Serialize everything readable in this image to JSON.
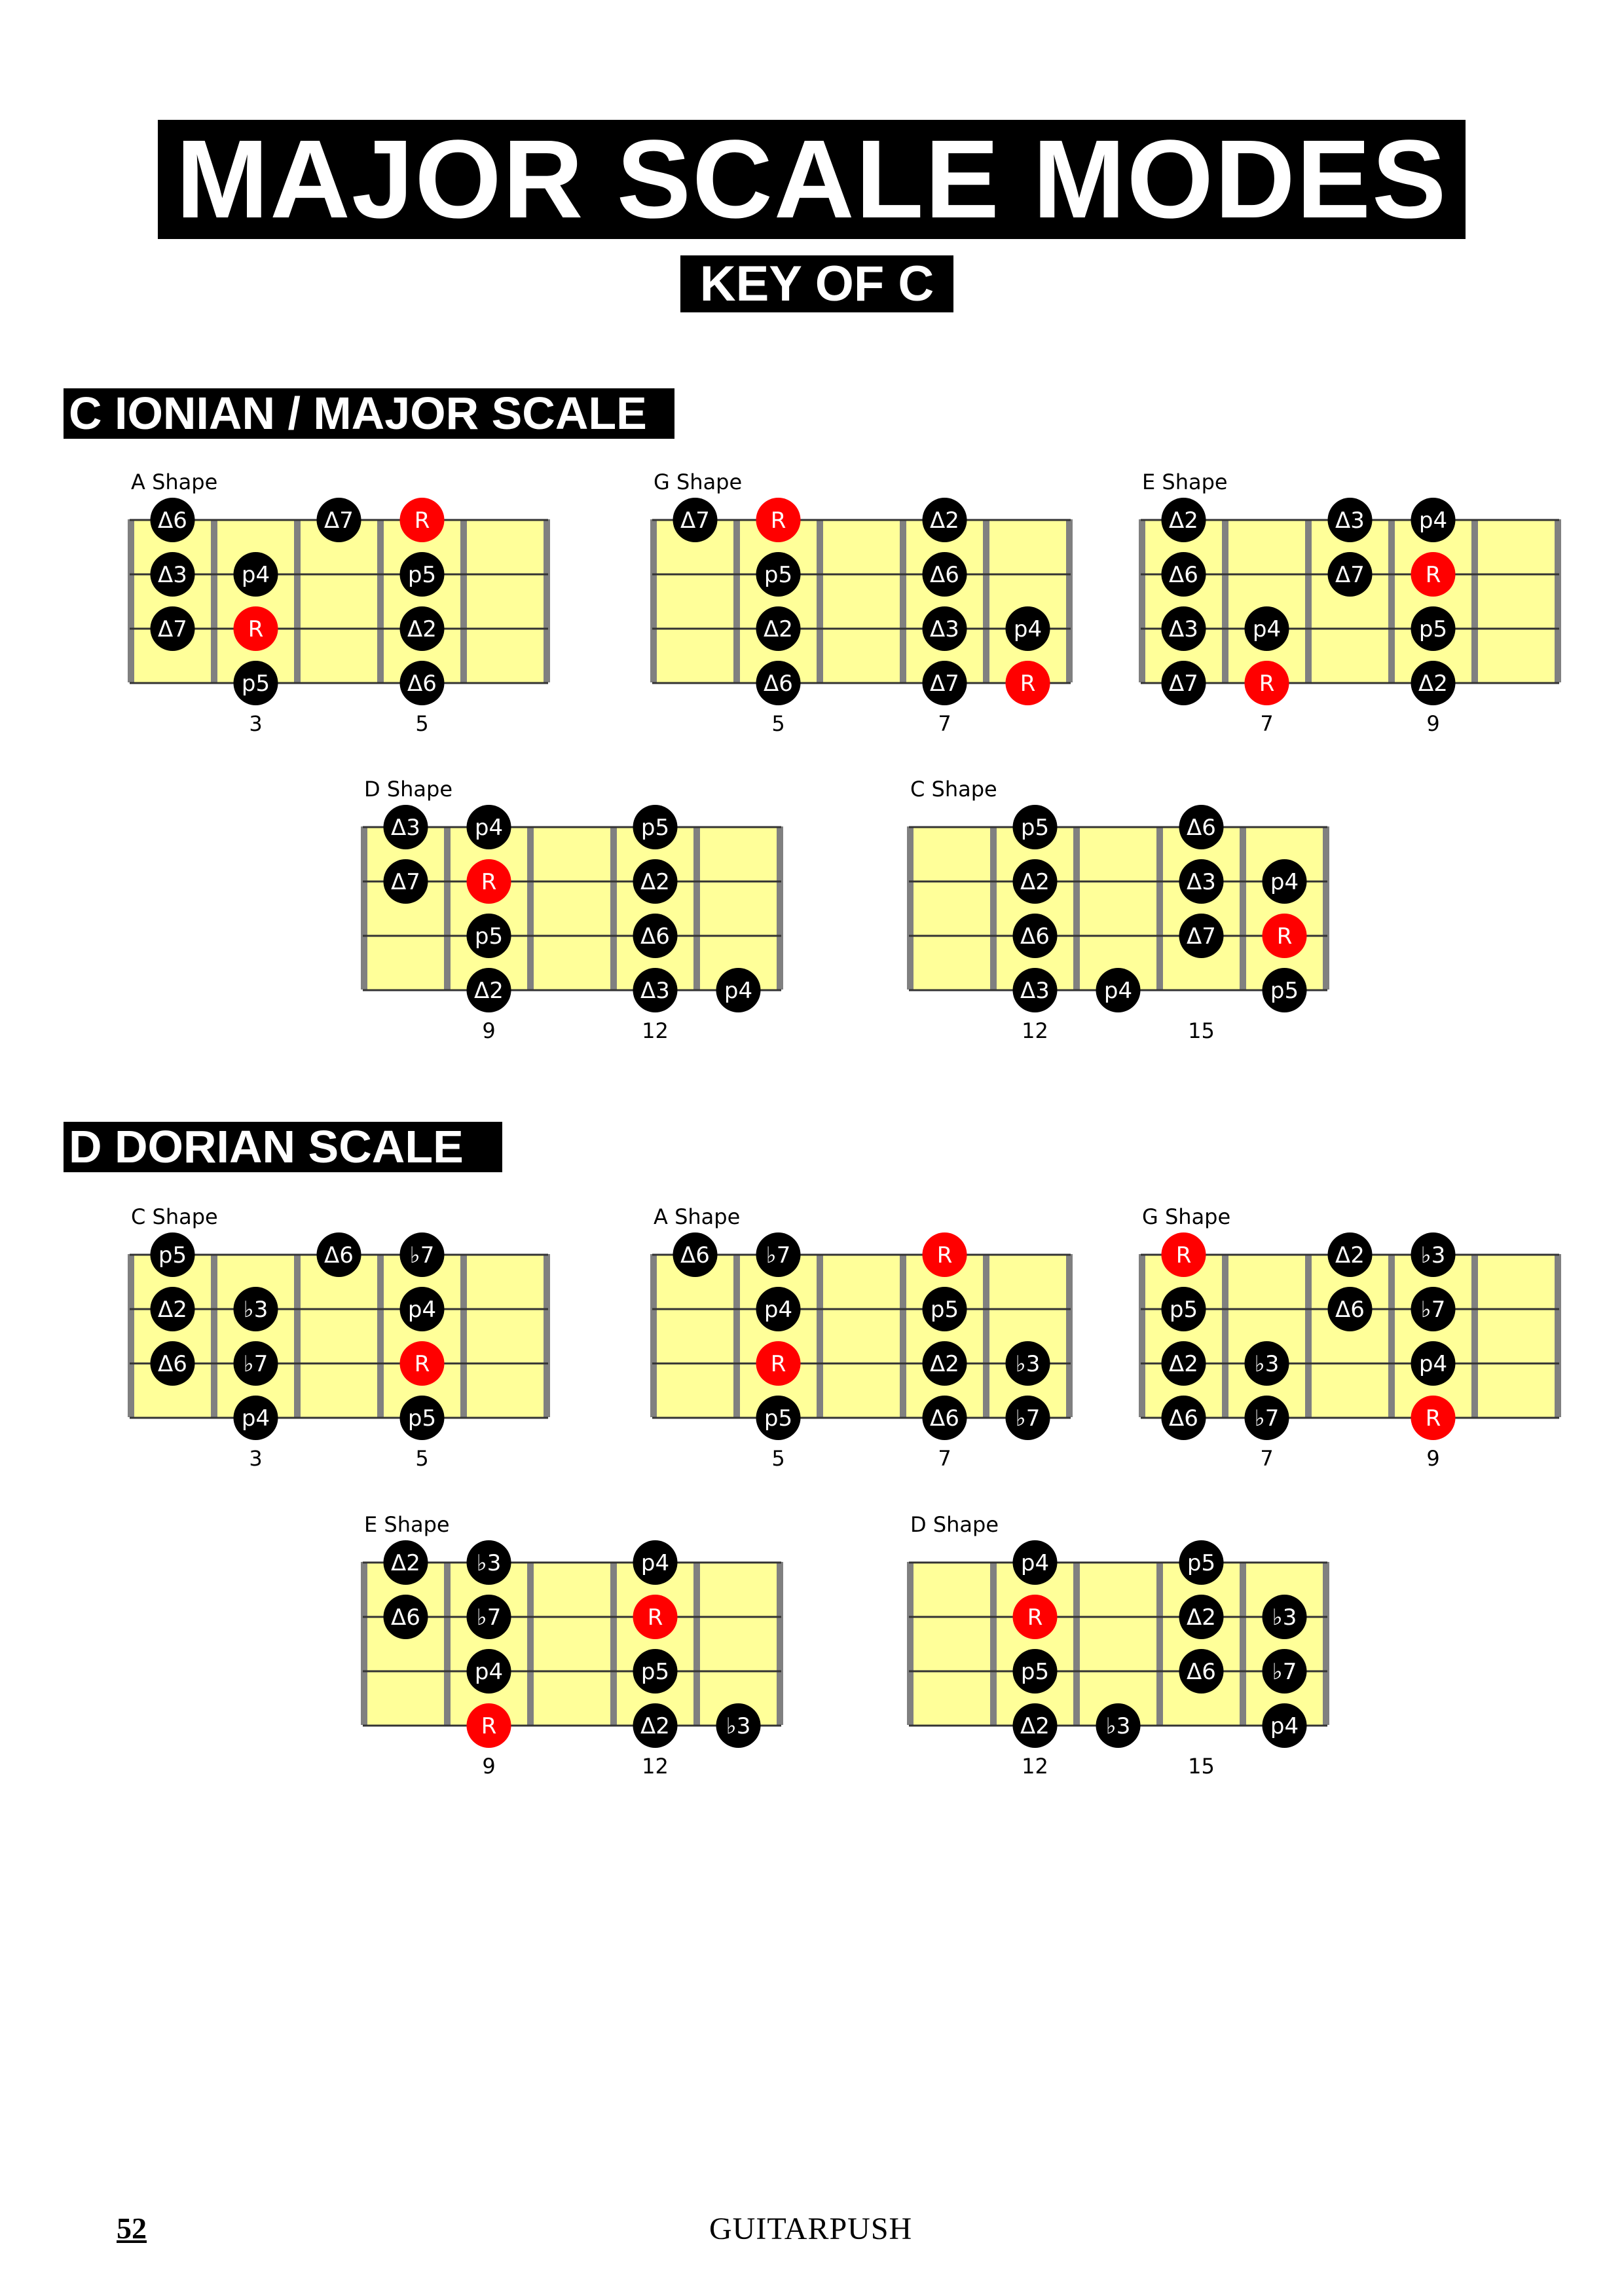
{
  "title": "MAJOR SCALE MODES",
  "subtitle": "KEY OF C",
  "sections": [
    {
      "heading": "C IONIAN / MAJOR SCALE",
      "diagrams": [
        {
          "label": "A Shape",
          "fret_numbers": [
            "3",
            "5"
          ],
          "notes": [
            {
              "string": 4,
              "fret": 1,
              "label": "Δ6"
            },
            {
              "string": 4,
              "fret": 3,
              "label": "Δ7"
            },
            {
              "string": 4,
              "fret": 4,
              "label": "R",
              "root": true
            },
            {
              "string": 3,
              "fret": 1,
              "label": "Δ3"
            },
            {
              "string": 3,
              "fret": 2,
              "label": "p4"
            },
            {
              "string": 3,
              "fret": 4,
              "label": "p5"
            },
            {
              "string": 2,
              "fret": 1,
              "label": "Δ7"
            },
            {
              "string": 2,
              "fret": 2,
              "label": "R",
              "root": true
            },
            {
              "string": 2,
              "fret": 4,
              "label": "Δ2"
            },
            {
              "string": 1,
              "fret": 2,
              "label": "p5"
            },
            {
              "string": 1,
              "fret": 4,
              "label": "Δ6"
            }
          ]
        },
        {
          "label": "G Shape",
          "fret_numbers": [
            "5",
            "7"
          ],
          "notes": [
            {
              "string": 4,
              "fret": 1,
              "label": "Δ7"
            },
            {
              "string": 4,
              "fret": 2,
              "label": "R",
              "root": true
            },
            {
              "string": 4,
              "fret": 4,
              "label": "Δ2"
            },
            {
              "string": 3,
              "fret": 2,
              "label": "p5"
            },
            {
              "string": 3,
              "fret": 4,
              "label": "Δ6"
            },
            {
              "string": 2,
              "fret": 2,
              "label": "Δ2"
            },
            {
              "string": 2,
              "fret": 4,
              "label": "Δ3"
            },
            {
              "string": 2,
              "fret": 5,
              "label": "p4"
            },
            {
              "string": 1,
              "fret": 2,
              "label": "Δ6"
            },
            {
              "string": 1,
              "fret": 4,
              "label": "Δ7"
            },
            {
              "string": 1,
              "fret": 5,
              "label": "R",
              "root": true
            }
          ]
        },
        {
          "label": "E Shape",
          "fret_numbers": [
            "7",
            "9"
          ],
          "notes": [
            {
              "string": 4,
              "fret": 1,
              "label": "Δ2"
            },
            {
              "string": 4,
              "fret": 3,
              "label": "Δ3"
            },
            {
              "string": 4,
              "fret": 4,
              "label": "p4"
            },
            {
              "string": 3,
              "fret": 1,
              "label": "Δ6"
            },
            {
              "string": 3,
              "fret": 3,
              "label": "Δ7"
            },
            {
              "string": 3,
              "fret": 4,
              "label": "R",
              "root": true
            },
            {
              "string": 2,
              "fret": 1,
              "label": "Δ3"
            },
            {
              "string": 2,
              "fret": 2,
              "label": "p4"
            },
            {
              "string": 2,
              "fret": 4,
              "label": "p5"
            },
            {
              "string": 1,
              "fret": 1,
              "label": "Δ7"
            },
            {
              "string": 1,
              "fret": 2,
              "label": "R",
              "root": true
            },
            {
              "string": 1,
              "fret": 4,
              "label": "Δ2"
            }
          ]
        },
        {
          "label": "D Shape",
          "fret_numbers": [
            "9",
            "12"
          ],
          "notes": [
            {
              "string": 4,
              "fret": 1,
              "label": "Δ3"
            },
            {
              "string": 4,
              "fret": 2,
              "label": "p4"
            },
            {
              "string": 4,
              "fret": 4,
              "label": "p5"
            },
            {
              "string": 3,
              "fret": 1,
              "label": "Δ7"
            },
            {
              "string": 3,
              "fret": 2,
              "label": "R",
              "root": true
            },
            {
              "string": 3,
              "fret": 4,
              "label": "Δ2"
            },
            {
              "string": 2,
              "fret": 2,
              "label": "p5"
            },
            {
              "string": 2,
              "fret": 4,
              "label": "Δ6"
            },
            {
              "string": 1,
              "fret": 2,
              "label": "Δ2"
            },
            {
              "string": 1,
              "fret": 4,
              "label": "Δ3"
            },
            {
              "string": 1,
              "fret": 5,
              "label": "p4"
            }
          ]
        },
        {
          "label": "C Shape",
          "fret_numbers": [
            "12",
            "15"
          ],
          "notes": [
            {
              "string": 4,
              "fret": 2,
              "label": "p5"
            },
            {
              "string": 4,
              "fret": 4,
              "label": "Δ6"
            },
            {
              "string": 3,
              "fret": 2,
              "label": "Δ2"
            },
            {
              "string": 3,
              "fret": 4,
              "label": "Δ3"
            },
            {
              "string": 3,
              "fret": 5,
              "label": "p4"
            },
            {
              "string": 2,
              "fret": 2,
              "label": "Δ6"
            },
            {
              "string": 2,
              "fret": 4,
              "label": "Δ7"
            },
            {
              "string": 2,
              "fret": 5,
              "label": "R",
              "root": true
            },
            {
              "string": 1,
              "fret": 2,
              "label": "Δ3"
            },
            {
              "string": 1,
              "fret": 3,
              "label": "p4"
            },
            {
              "string": 1,
              "fret": 5,
              "label": "p5"
            }
          ]
        }
      ]
    },
    {
      "heading": "D DORIAN SCALE",
      "diagrams": [
        {
          "label": "C Shape",
          "fret_numbers": [
            "3",
            "5"
          ],
          "notes": [
            {
              "string": 4,
              "fret": 1,
              "label": "p5"
            },
            {
              "string": 4,
              "fret": 3,
              "label": "Δ6"
            },
            {
              "string": 4,
              "fret": 4,
              "label": "♭7"
            },
            {
              "string": 3,
              "fret": 1,
              "label": "Δ2"
            },
            {
              "string": 3,
              "fret": 2,
              "label": "♭3"
            },
            {
              "string": 3,
              "fret": 4,
              "label": "p4"
            },
            {
              "string": 2,
              "fret": 1,
              "label": "Δ6"
            },
            {
              "string": 2,
              "fret": 2,
              "label": "♭7"
            },
            {
              "string": 2,
              "fret": 4,
              "label": "R",
              "root": true
            },
            {
              "string": 1,
              "fret": 2,
              "label": "p4"
            },
            {
              "string": 1,
              "fret": 4,
              "label": "p5"
            }
          ]
        },
        {
          "label": "A Shape",
          "fret_numbers": [
            "5",
            "7"
          ],
          "notes": [
            {
              "string": 4,
              "fret": 1,
              "label": "Δ6"
            },
            {
              "string": 4,
              "fret": 2,
              "label": "♭7"
            },
            {
              "string": 4,
              "fret": 4,
              "label": "R",
              "root": true
            },
            {
              "string": 3,
              "fret": 2,
              "label": "p4"
            },
            {
              "string": 3,
              "fret": 4,
              "label": "p5"
            },
            {
              "string": 2,
              "fret": 2,
              "label": "R",
              "root": true
            },
            {
              "string": 2,
              "fret": 4,
              "label": "Δ2"
            },
            {
              "string": 2,
              "fret": 5,
              "label": "♭3"
            },
            {
              "string": 1,
              "fret": 2,
              "label": "p5"
            },
            {
              "string": 1,
              "fret": 4,
              "label": "Δ6"
            },
            {
              "string": 1,
              "fret": 5,
              "label": "♭7"
            }
          ]
        },
        {
          "label": "G Shape",
          "fret_numbers": [
            "7",
            "9"
          ],
          "notes": [
            {
              "string": 4,
              "fret": 1,
              "label": "R",
              "root": true
            },
            {
              "string": 4,
              "fret": 3,
              "label": "Δ2"
            },
            {
              "string": 4,
              "fret": 4,
              "label": "♭3"
            },
            {
              "string": 3,
              "fret": 1,
              "label": "p5"
            },
            {
              "string": 3,
              "fret": 3,
              "label": "Δ6"
            },
            {
              "string": 3,
              "fret": 4,
              "label": "♭7"
            },
            {
              "string": 2,
              "fret": 1,
              "label": "Δ2"
            },
            {
              "string": 2,
              "fret": 2,
              "label": "♭3"
            },
            {
              "string": 2,
              "fret": 4,
              "label": "p4"
            },
            {
              "string": 1,
              "fret": 1,
              "label": "Δ6"
            },
            {
              "string": 1,
              "fret": 2,
              "label": "♭7"
            },
            {
              "string": 1,
              "fret": 4,
              "label": "R",
              "root": true
            }
          ]
        },
        {
          "label": "E Shape",
          "fret_numbers": [
            "9",
            "12"
          ],
          "notes": [
            {
              "string": 4,
              "fret": 1,
              "label": "Δ2"
            },
            {
              "string": 4,
              "fret": 2,
              "label": "♭3"
            },
            {
              "string": 4,
              "fret": 4,
              "label": "p4"
            },
            {
              "string": 3,
              "fret": 1,
              "label": "Δ6"
            },
            {
              "string": 3,
              "fret": 2,
              "label": "♭7"
            },
            {
              "string": 3,
              "fret": 4,
              "label": "R",
              "root": true
            },
            {
              "string": 2,
              "fret": 2,
              "label": "p4"
            },
            {
              "string": 2,
              "fret": 4,
              "label": "p5"
            },
            {
              "string": 1,
              "fret": 2,
              "label": "R",
              "root": true
            },
            {
              "string": 1,
              "fret": 4,
              "label": "Δ2"
            },
            {
              "string": 1,
              "fret": 5,
              "label": "♭3"
            }
          ]
        },
        {
          "label": "D Shape",
          "fret_numbers": [
            "12",
            "15"
          ],
          "notes": [
            {
              "string": 4,
              "fret": 2,
              "label": "p4"
            },
            {
              "string": 4,
              "fret": 4,
              "label": "p5"
            },
            {
              "string": 3,
              "fret": 2,
              "label": "R",
              "root": true
            },
            {
              "string": 3,
              "fret": 4,
              "label": "Δ2"
            },
            {
              "string": 3,
              "fret": 5,
              "label": "♭3"
            },
            {
              "string": 2,
              "fret": 2,
              "label": "p5"
            },
            {
              "string": 2,
              "fret": 4,
              "label": "Δ6"
            },
            {
              "string": 2,
              "fret": 5,
              "label": "♭7"
            },
            {
              "string": 1,
              "fret": 2,
              "label": "Δ2"
            },
            {
              "string": 1,
              "fret": 3,
              "label": "♭3"
            },
            {
              "string": 1,
              "fret": 5,
              "label": "p4"
            }
          ]
        }
      ]
    }
  ],
  "colors": {
    "fretboard": "#ffff99",
    "fret": "#808080",
    "note": "#000000",
    "root": "#ff0000",
    "note_text": "#ffffff"
  },
  "footer": {
    "page_number": "52",
    "brand": "GUITARPUSH"
  }
}
